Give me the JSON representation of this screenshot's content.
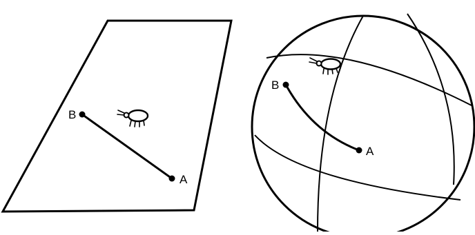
{
  "colors": {
    "ink": "#000000",
    "background": "#ffffff"
  },
  "plane": {
    "point_a_label": "A",
    "point_b_label": "B",
    "bug_icon": "beetle-icon"
  },
  "sphere": {
    "point_a_label": "A",
    "point_b_label": "B",
    "bug_icon": "beetle-icon"
  }
}
